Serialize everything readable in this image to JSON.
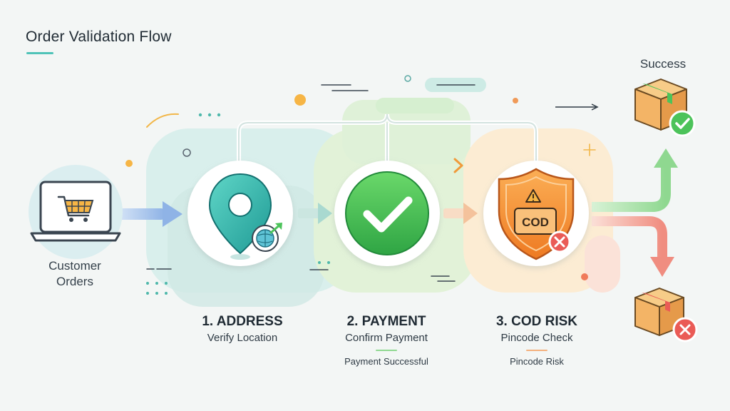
{
  "title": "Order Validation Flow",
  "customer": {
    "label_line1": "Customer",
    "label_line2": "Orders"
  },
  "steps": [
    {
      "title": "1. ADDRESS",
      "subtitle": "Verify Location",
      "status": ""
    },
    {
      "title": "2. PAYMENT",
      "subtitle": "Confirm Payment",
      "status": "Payment Successful"
    },
    {
      "title": "3. COD RISK",
      "subtitle": "Pincode Check",
      "status": "Pincode Risk"
    }
  ],
  "shield_label": "COD",
  "outcomes": {
    "success_label": "Success"
  },
  "colors": {
    "teal": "#3fbcb0",
    "green": "#4cc35a",
    "orange": "#f08a2c",
    "red": "#ea5b56",
    "arrow_blue": "#9bbce8"
  }
}
